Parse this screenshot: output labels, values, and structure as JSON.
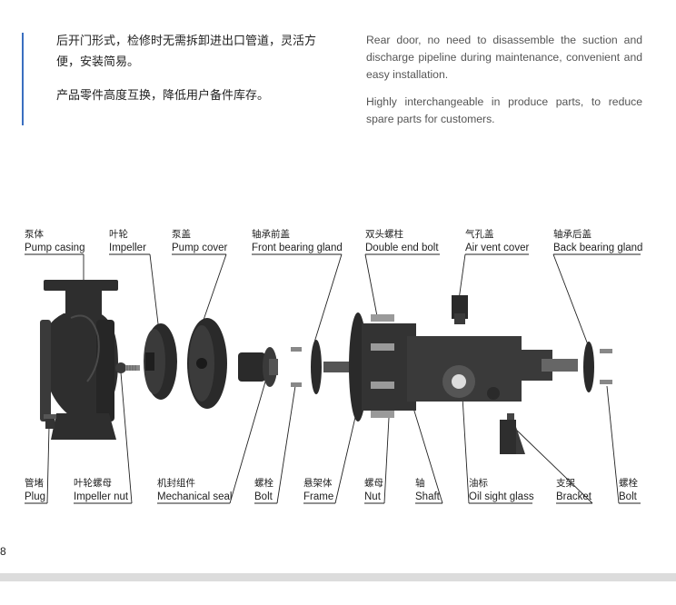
{
  "intro": {
    "cn_para1": "后开门形式，检修时无需拆卸进出口管道，灵活方便，安装简易。",
    "cn_para2": "产品零件高度互换，降低用户备件库存。",
    "en_para1": "Rear door, no need to disassemble the suction and discharge pipeline during maintenance, convenient and easy installation.",
    "en_para2": "Highly interchangeable in produce parts, to reduce spare parts for customers."
  },
  "labels": {
    "pump_casing": {
      "cn": "泵体",
      "en": "Pump casing"
    },
    "impeller": {
      "cn": "叶轮",
      "en": "Impeller"
    },
    "pump_cover": {
      "cn": "泵盖",
      "en": "Pump cover"
    },
    "front_bearing_gland": {
      "cn": "轴承前盖",
      "en": "Front bearing gland"
    },
    "double_end_bolt": {
      "cn": "双头螺柱",
      "en": "Double end bolt"
    },
    "air_vent_cover": {
      "cn": "气孔盖",
      "en": "Air vent cover"
    },
    "back_bearing_gland": {
      "cn": "轴承后盖",
      "en": "Back bearing gland"
    },
    "plug": {
      "cn": "管堵",
      "en": "Plug"
    },
    "impeller_nut": {
      "cn": "叶轮螺母",
      "en": "Impeller nut"
    },
    "mechanical_seal": {
      "cn": "机封组件",
      "en": "Mechanical seal"
    },
    "bolt_front": {
      "cn": "螺栓",
      "en": "Bolt"
    },
    "frame": {
      "cn": "悬架体",
      "en": "Frame"
    },
    "nut": {
      "cn": "螺母",
      "en": "Nut"
    },
    "shaft": {
      "cn": "轴",
      "en": "Shaft"
    },
    "oil_sight_glass": {
      "cn": "油标",
      "en": "Oil sight glass"
    },
    "bracket": {
      "cn": "支架",
      "en": "Bracket"
    },
    "bolt_back": {
      "cn": "螺栓",
      "en": "Bolt"
    }
  },
  "page_number": "8",
  "colors": {
    "accent": "#3a6fc0",
    "part_dark": "#2b2b2b",
    "part_mid": "#3d3d3d",
    "footer": "#dcdcdc"
  }
}
